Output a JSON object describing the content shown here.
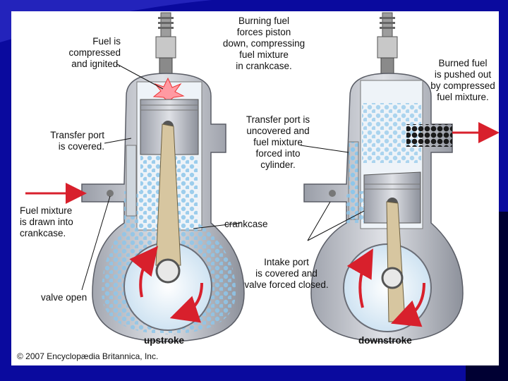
{
  "colors": {
    "slide_background": "#0a0a9e",
    "panel": "#ffffff",
    "metal": "#b9bcc6",
    "fuel_mixture": "#8ec6ea",
    "accent_arrow": "#d8202c",
    "burned_fuel": "#1a1a1a",
    "connecting_rod": "#d7c6a0"
  },
  "labels": {
    "fuel_compressed": "Fuel is\ncompressed\nand ignited.",
    "burning_fuel": "Burning fuel\nforces piston\ndown, compressing\nfuel mixture\nin crankcase.",
    "burned_fuel": "Burned fuel\nis pushed out\nby compressed\nfuel mixture.",
    "transfer_covered": "Transfer port\nis covered.",
    "transfer_uncovered": "Transfer port is\nuncovered and\nfuel mixture\nforced into\ncylinder.",
    "fuel_drawn": "Fuel mixture\nis drawn into\ncrankcase.",
    "crankcase": "crankcase",
    "intake_covered": "Intake port\nis covered and\nvalve forced closed.",
    "valve_open": "valve open"
  },
  "captions": {
    "left": "upstroke",
    "right": "downstroke"
  },
  "copyright": "© 2007 Encyclopædia Britannica, Inc."
}
